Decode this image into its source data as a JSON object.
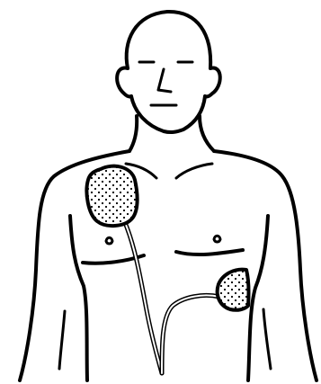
{
  "figure": {
    "subject": "person-torso-with-defibrillator-pads",
    "colors": {
      "line": "#000000",
      "background": "#ffffff",
      "pad_dots": "#000000"
    },
    "elements": [
      "head",
      "face",
      "neck",
      "shoulders",
      "arms",
      "chest",
      "nipples",
      "upper-right-pad",
      "lower-left-pad",
      "pad-cables"
    ]
  }
}
